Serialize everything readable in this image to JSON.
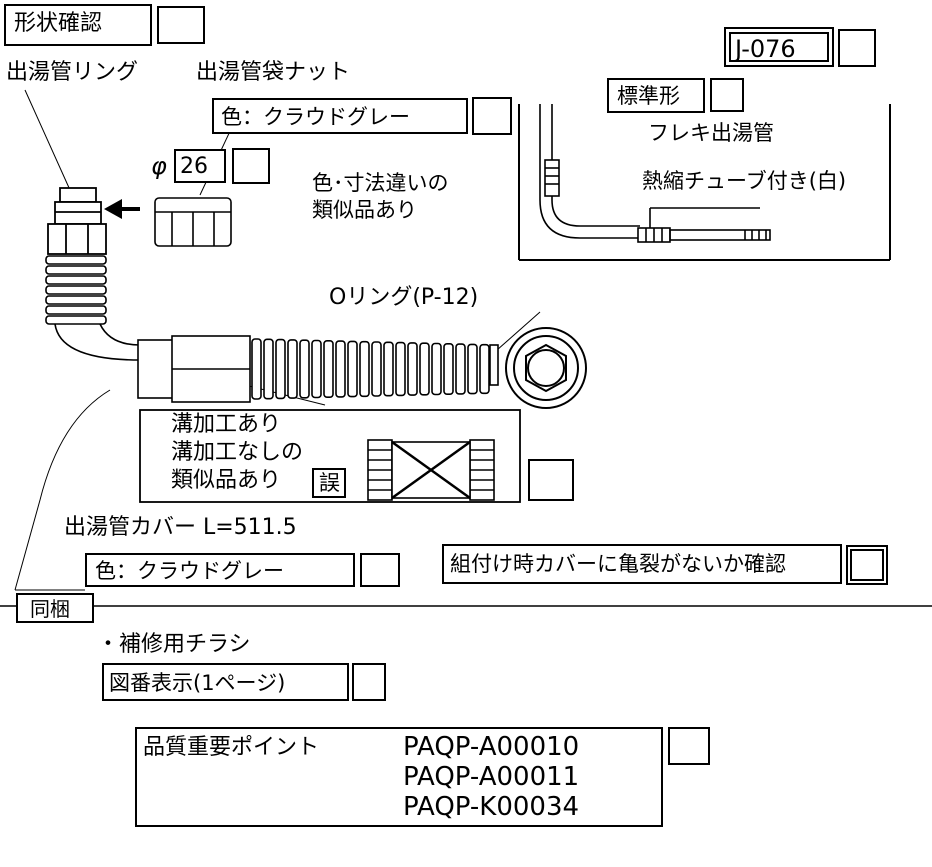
{
  "header": {
    "shape_check": "形状確認",
    "code": "J-076"
  },
  "parts": {
    "ring_label": "出湯管リング",
    "nut_label": "出湯管袋ナット",
    "color_label_top": "色：クラウドグレー",
    "phi_symbol": "φ",
    "phi_value": "26",
    "similar_note_line1": "色･寸法違いの",
    "similar_note_line2": "類似品あり",
    "standard_type": "標準形",
    "flex_pipe": "フレキ出湯管",
    "shrink_tube": "熱縮チューブ付き(白)",
    "o_ring": "Oリング(P-12)",
    "groove_line1": "溝加工あり",
    "groove_line2": "溝加工なしの",
    "groove_line3": "類似品あり",
    "wrong_mark": "誤",
    "cover_label": "出湯管カバー L=511.5",
    "color_label_bottom": "色：クラウドグレー",
    "crack_check": "組付け時カバーに亀裂がないか確認"
  },
  "bundle": {
    "title": "同梱",
    "leaflet": "・補修用チラシ",
    "figure_number": "図番表示(1ページ)"
  },
  "quality": {
    "label": "品質重要ポイント",
    "codes": [
      "PAQP-A00010",
      "PAQP-A00011",
      "PAQP-K00034"
    ]
  }
}
